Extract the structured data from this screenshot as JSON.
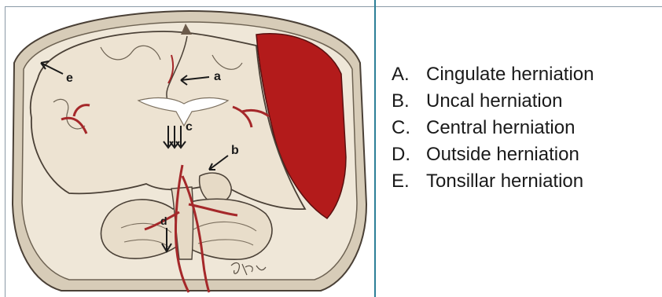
{
  "figure": {
    "labels": [
      "a",
      "b",
      "c",
      "d",
      "e"
    ],
    "signature": "Joe Kanasz"
  },
  "options": [
    {
      "key": "A.",
      "text": "Cingulate herniation"
    },
    {
      "key": "B.",
      "text": "Uncal herniation"
    },
    {
      "key": "C.",
      "text": "Central herniation"
    },
    {
      "key": "D.",
      "text": "Outside herniation"
    },
    {
      "key": "E.",
      "text": "Tonsillar herniation"
    }
  ],
  "colors": {
    "divider": "#2d7f97",
    "hematoma": "#b31b1b",
    "brain": "#ede3d2",
    "vessel": "#a5282a",
    "skull": "#d7ccb8"
  }
}
